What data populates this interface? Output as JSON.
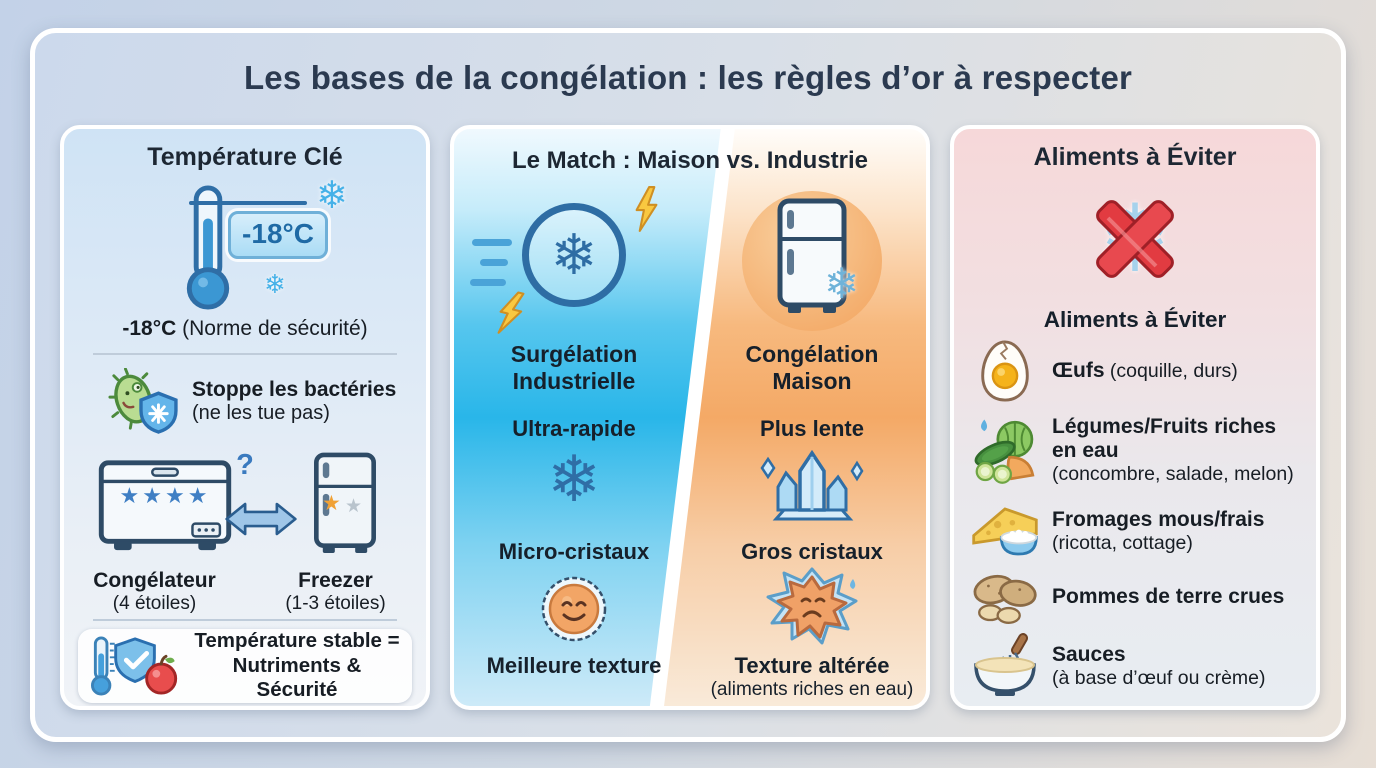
{
  "title": "Les bases de la congélation : les règles d’or à respecter",
  "glyphs": {
    "snowflake": "❄",
    "star": "★",
    "stars_four": "★★★★",
    "question_mark": "?"
  },
  "colors": {
    "industrial_blue": "#29b6e9",
    "home_orange": "#f4a966",
    "avoid_red": "#e23b41",
    "title_navy": "#2b3a50"
  },
  "left_panel": {
    "title": "Température Clé",
    "badge_value": "-18°C",
    "norm_bold": "-18°C",
    "norm_rest": " (Norme de sécurité)",
    "bacteria_title": "Stoppe les bactéries",
    "bacteria_sub": "(ne les tue pas)",
    "chest_label": "Congélateur",
    "chest_sub": "(4 étoiles)",
    "upright_label": "Freezer",
    "upright_sub": "(1-3 étoiles)",
    "stable_line1": "Température stable =",
    "stable_line2": "Nutriments & Sécurité"
  },
  "middle_panel": {
    "title": "Le Match : Maison vs. Industrie",
    "industrial": {
      "name": "Surgélation Industrielle",
      "speed": "Ultra-rapide",
      "crystals": "Micro-cristaux",
      "texture": "Meilleure texture"
    },
    "home": {
      "name": "Congélation Maison",
      "speed": "Plus lente",
      "crystals": "Gros cristaux",
      "texture": "Texture altérée",
      "texture_sub": "(aliments riches en eau)"
    }
  },
  "right_panel": {
    "title": "Aliments à Éviter",
    "subtitle": "Aliments à Éviter",
    "items": [
      {
        "name": "Œufs",
        "detail": " (coquille, durs)"
      },
      {
        "name": "Légumes/Fruits riches en eau",
        "detail": "(concombre, salade, melon)"
      },
      {
        "name": "Fromages mous/frais",
        "detail": "(ricotta, cottage)"
      },
      {
        "name": "Pommes de terre crues",
        "detail": ""
      },
      {
        "name": "Sauces",
        "detail": "(à base d’œuf ou crème)"
      }
    ]
  }
}
